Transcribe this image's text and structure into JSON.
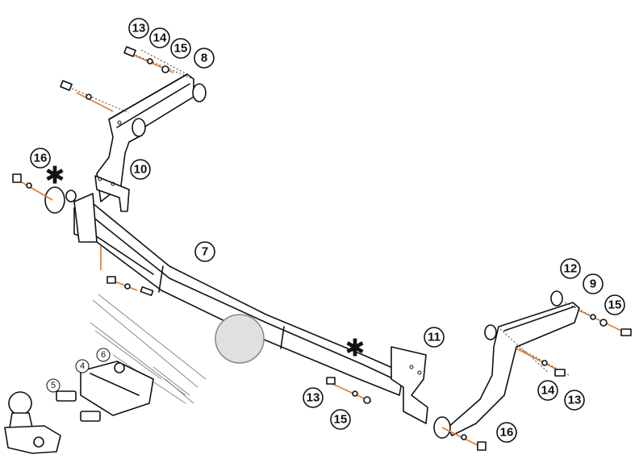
{
  "callouts": {
    "c13a": "13",
    "c14a": "14",
    "c15a": "15",
    "c8": "8",
    "c16a": "16",
    "c10": "10",
    "c7": "7",
    "c12": "12",
    "c9": "9",
    "c15b": "15",
    "c11": "11",
    "c13b": "13",
    "c15c": "15",
    "c14b": "14",
    "c13c": "13",
    "c16b": "16",
    "c6": "6",
    "c4": "4",
    "c5": "5"
  },
  "markers": {
    "star_left": "✱",
    "star_right": "✱"
  },
  "colors": {
    "highlight": "#e07a2c",
    "ball_grey": "#e0e0e0"
  }
}
